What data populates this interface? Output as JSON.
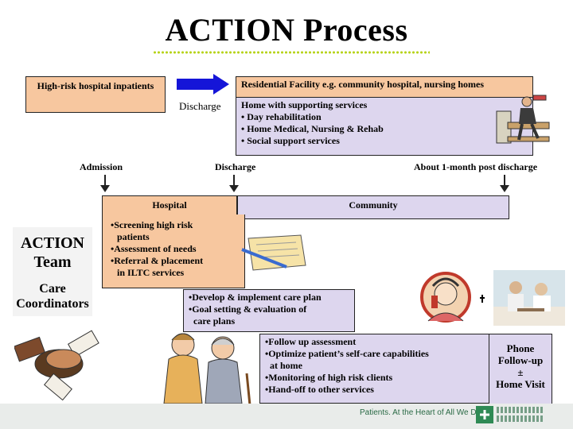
{
  "title": "ACTION Process",
  "top": {
    "high_risk": "High-risk hospital inpatients",
    "residential": "Residential Facility e.g. community hospital, nursing homes",
    "discharge_label": "Discharge",
    "home_heading": "Home with supporting services",
    "home_items": [
      "Day rehabilitation",
      "Home Medical, Nursing & Rehab",
      "Social support services"
    ]
  },
  "timeline": {
    "admission": "Admission",
    "discharge": "Discharge",
    "post": "About 1-month post discharge"
  },
  "phases": {
    "hospital": "Hospital",
    "community": "Community"
  },
  "team": {
    "line1": "ACTION",
    "line2": "Team",
    "coord1": "Care",
    "coord2": "Coordinators"
  },
  "hospital_tasks": [
    "•Screening high risk",
    "patients",
    "•Assessment of needs",
    "•Referral & placement",
    "in ILTC services"
  ],
  "care_plan": [
    "•Develop & implement care plan",
    "•Goal setting & evaluation of",
    "care plans"
  ],
  "followup": [
    "•Follow up assessment",
    "•Optimize patient’s self-care capabilities",
    "at home",
    "•Monitoring of high risk clients",
    "•Hand-off to other services"
  ],
  "phone": {
    "line1": "Phone",
    "line2": "Follow-up",
    "line3": "±",
    "line4": "Home Visit"
  },
  "footer": {
    "tagline": "Patients. At the Heart of All We Do."
  },
  "colors": {
    "peach": "#f7c79f",
    "lavender": "#ddd6ee",
    "arrow_blue": "#1515d8",
    "dot_green": "#b7d31a"
  }
}
